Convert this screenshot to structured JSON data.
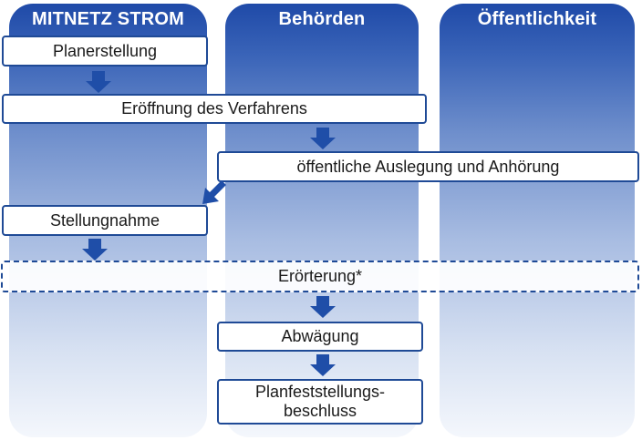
{
  "lanes": {
    "mitnetz": "MITNETZ STROM",
    "behoerden": "Behörden",
    "oeffentlichkeit": "Öffentlichkeit"
  },
  "steps": {
    "planerstellung": "Planerstellung",
    "eroeffnung": "Eröffnung des Verfahrens",
    "auslegung": "öffentliche Auslegung und Anhörung",
    "stellungnahme": "Stellungnahme",
    "eroerterung": "Erörterung*",
    "abwaegung": "Abwägung",
    "beschluss_line1": "Planfeststellungs-",
    "beschluss_line2": "beschluss"
  },
  "colors": {
    "lane_top": "#1f4aa8",
    "box_border": "#1f4a96",
    "arrow": "#1f4ea8"
  }
}
